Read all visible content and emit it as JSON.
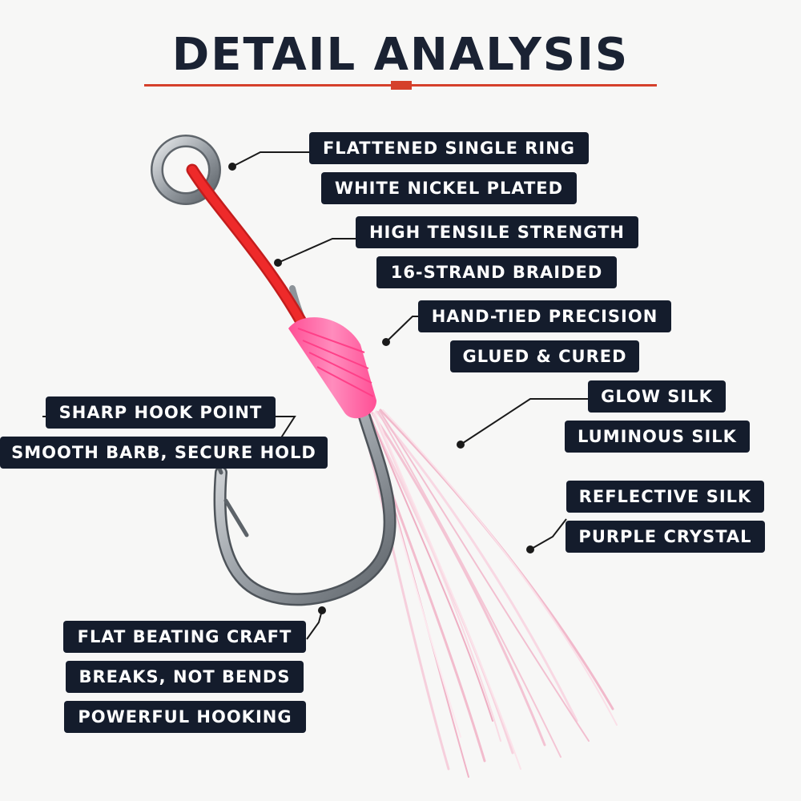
{
  "title": "DETAIL ANALYSIS",
  "colors": {
    "title": "#1a2233",
    "accent": "#d5402b",
    "label_bg": "#141c2c",
    "label_text": "#ffffff",
    "braid": "#ee2a2a",
    "wrap": "#ff5c9e",
    "skirt": "#f6c8d6"
  },
  "labels": {
    "ring": [
      "FLATTENED SINGLE RING",
      "WHITE NICKEL PLATED"
    ],
    "braid": [
      "HIGH TENSILE STRENGTH",
      "16-STRAND BRAIDED"
    ],
    "tie": [
      "HAND-TIED PRECISION",
      "GLUED & CURED"
    ],
    "glow": [
      "GLOW SILK",
      "LUMINOUS SILK"
    ],
    "point": [
      "SHARP HOOK POINT",
      "SMOOTH BARB, SECURE HOLD"
    ],
    "reflective": [
      "REFLECTIVE SILK",
      "PURPLE CRYSTAL"
    ],
    "craft": [
      "FLAT BEATING CRAFT",
      "BREAKS, NOT BENDS",
      "POWERFUL HOOKING"
    ]
  }
}
